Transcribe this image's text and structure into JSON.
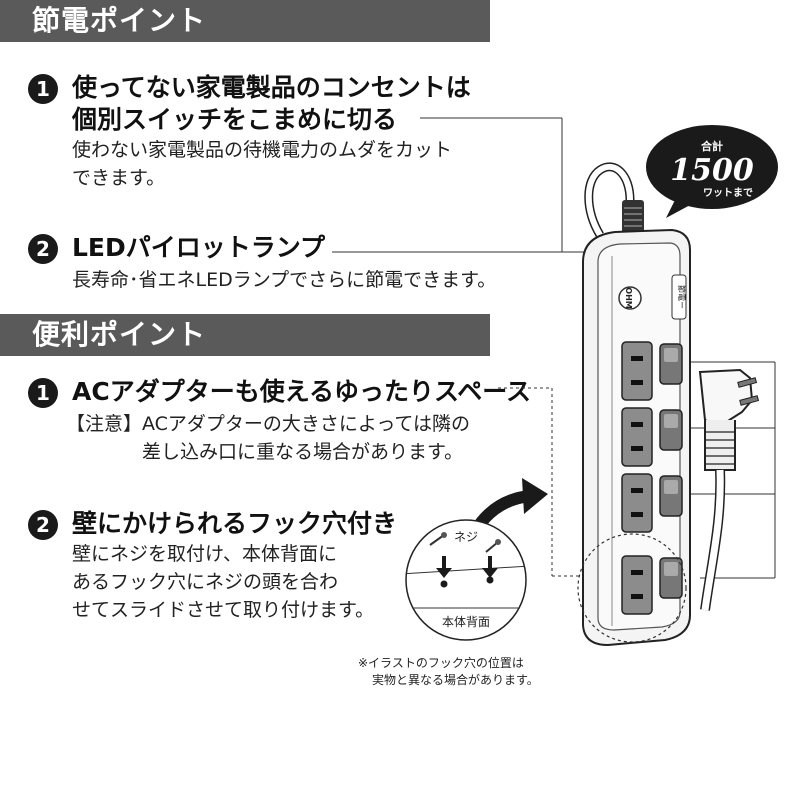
{
  "section1": {
    "title": "節電ポイント",
    "item1": {
      "number": "1",
      "heading_line1": "使ってない家電製品のコンセントは",
      "heading_line2": "個別スイッチをこまめに切る",
      "desc_line1": "使わない家電製品の待機電力のムダをカット",
      "desc_line2": "できます。"
    },
    "item2": {
      "number": "2",
      "heading": "LEDパイロットランプ",
      "desc": "長寿命･省エネLEDランプでさらに節電できます。"
    }
  },
  "section2": {
    "title": "便利ポイント",
    "item1": {
      "number": "1",
      "heading": "ACアダプターも使えるゆったりスペース",
      "note_label": "【注意】",
      "note_line1": "ACアダプターの大きさによっては隣の",
      "note_line2": "差し込み口に重なる場合があります。"
    },
    "item2": {
      "number": "2",
      "heading": "壁にかけられるフック穴付き",
      "desc_line1": "壁にネジを取付け、本体背面に",
      "desc_line2": "あるフック穴にネジの頭を合わ",
      "desc_line3": "せてスライドさせて取り付けます。"
    }
  },
  "badge": {
    "top": "合計",
    "value": "1500",
    "bottom": "ワットまで"
  },
  "hook_illustration": {
    "screw_label": "ネジ",
    "back_label": "本体背面"
  },
  "product": {
    "brand_mark": "OHM",
    "lamp_label": "節電ー"
  },
  "footnote": {
    "line1": "※イラストのフック穴の位置は",
    "line2": "実物と異なる場合があります。"
  },
  "colors": {
    "header_bg": "#5a5a5a",
    "text": "#1a1a1a",
    "socket_gray": "#8c8c8c",
    "switch_gray": "#777777"
  }
}
